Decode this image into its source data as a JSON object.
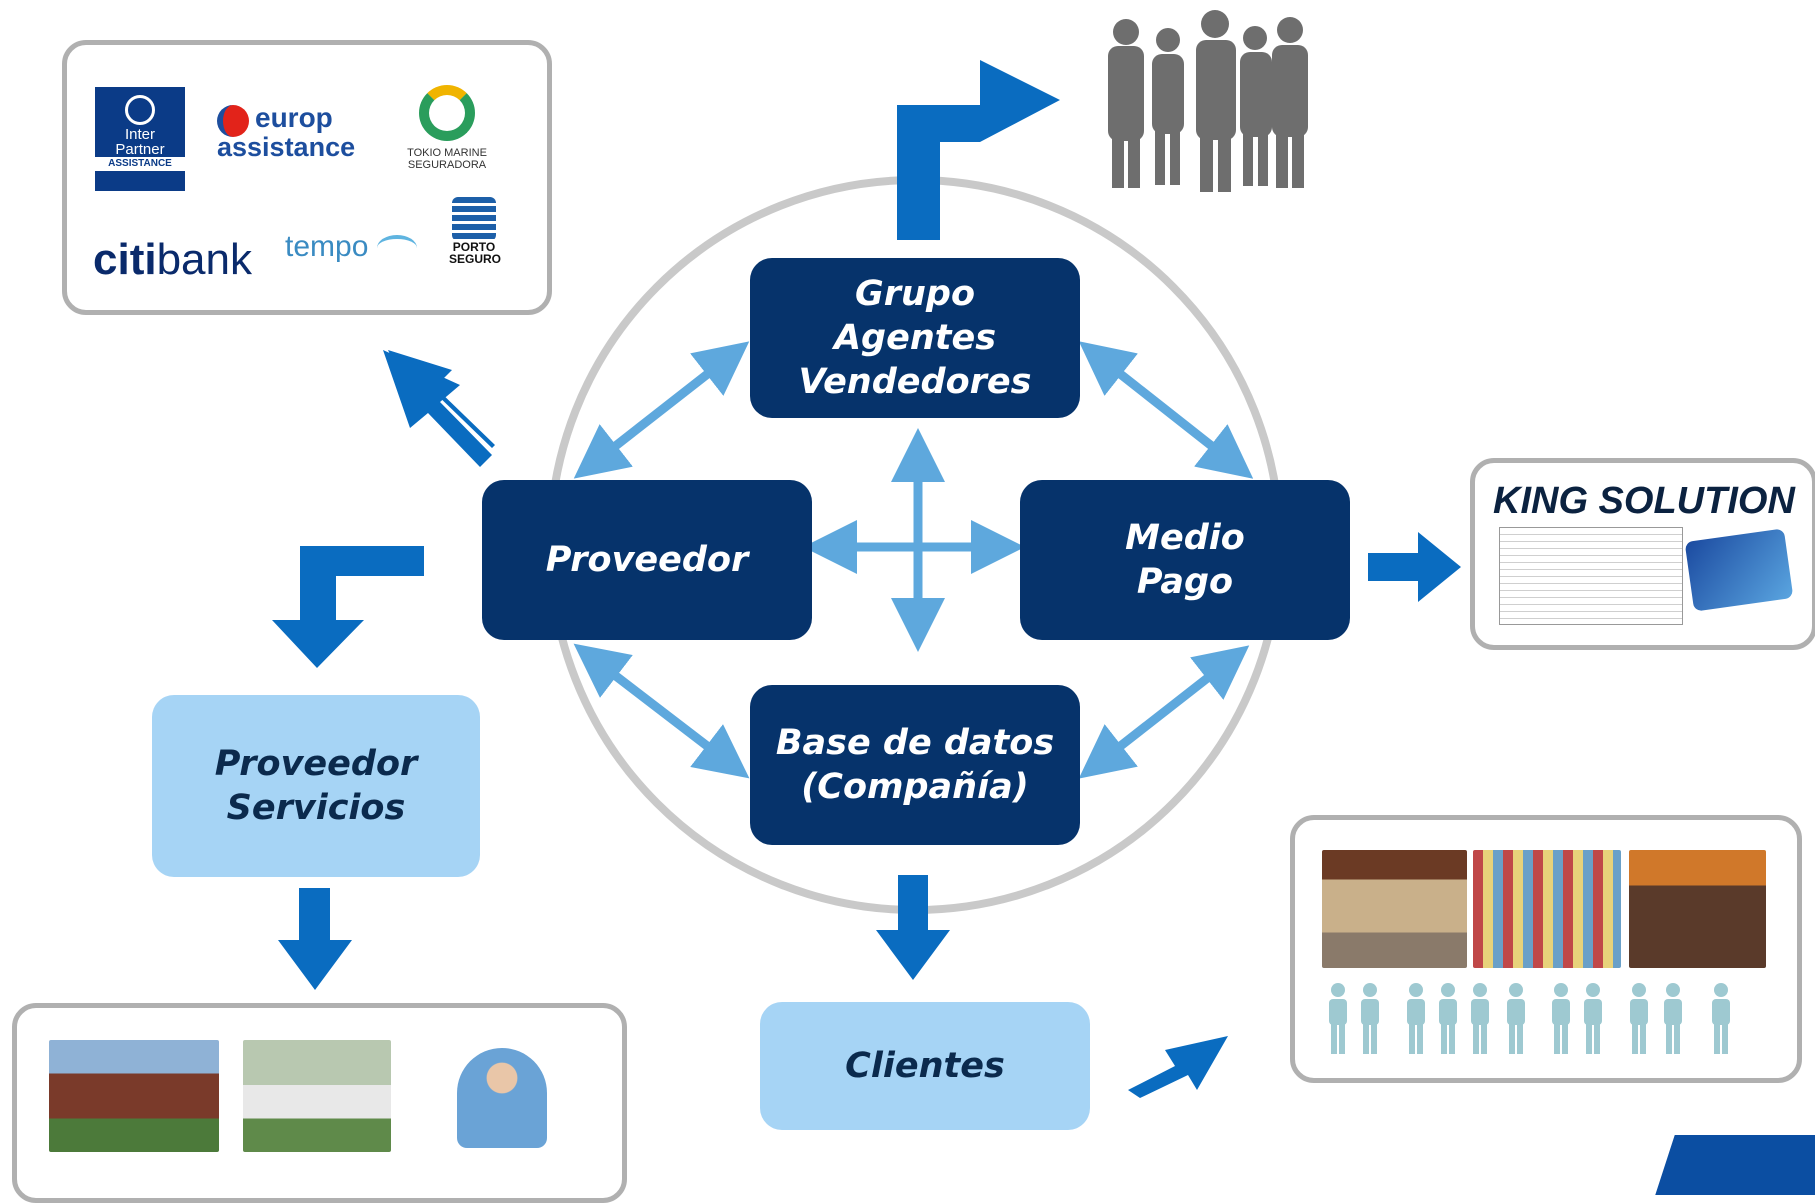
{
  "nodes": {
    "grupo": [
      "Grupo",
      "Agentes",
      "Vendedores"
    ],
    "proveedor": "Proveedor",
    "medio": [
      "Medio",
      "Pago"
    ],
    "base": [
      "Base de datos",
      "(Compañía)"
    ],
    "proveedor_servicios": [
      "Proveedor",
      "Servicios"
    ],
    "clientes": "Clientes"
  },
  "logos": {
    "inter_partner": [
      "Inter",
      "Partner",
      "ASSISTANCE"
    ],
    "europ": [
      "europ",
      "assistance"
    ],
    "tokio": [
      "TOKIO MARINE",
      "SEGURADORA"
    ],
    "citi": [
      "citi",
      "bank"
    ],
    "tempo": "tempo",
    "porto": [
      "PORTO",
      "SEGURO"
    ]
  },
  "king_solution": "KING SOLUTION",
  "colors": {
    "dark_node": "#06336b",
    "light_node": "#a6d4f5",
    "big_arrow": "#0a6cc0",
    "small_arrow": "#5ea8dd",
    "circle": "#c9c9c9",
    "panel_border": "#b0b0b0",
    "silhouette": "#6e6e6e",
    "person_icon": "#9ec9d1"
  },
  "icons": [
    "people-silhouette-icon",
    "payment-card-icon",
    "person-icon",
    "globe-icon"
  ]
}
